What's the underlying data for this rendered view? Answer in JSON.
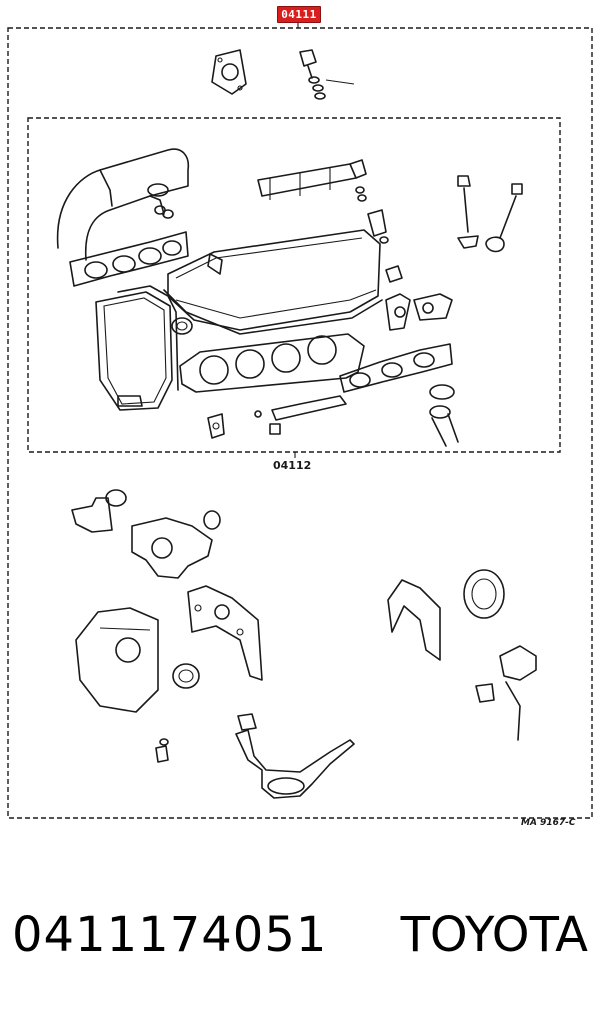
{
  "diagram": {
    "callout_label": "04111",
    "sub_kit_label": "04112",
    "reference_code": "MA 9167-C"
  },
  "caption": {
    "part_number": "0411174051",
    "brand": "TOYOTA"
  },
  "colors": {
    "callout_fill": "#d91e1e",
    "line_art": "#1a1a1a",
    "background": "#ffffff"
  }
}
